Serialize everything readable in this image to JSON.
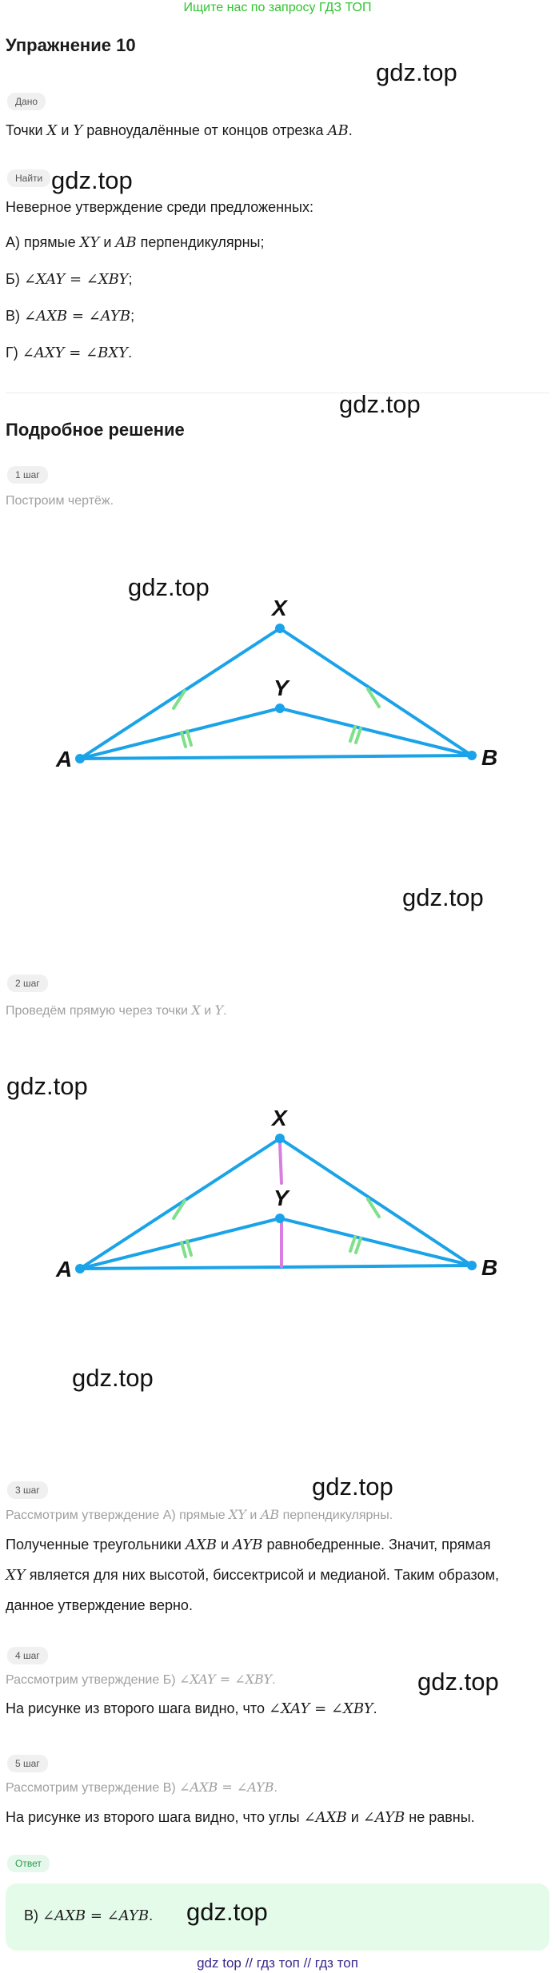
{
  "banner": "Ищите нас по запросу ГДЗ ТОП",
  "title": "Упражнение 10",
  "watermark": "gdz.top",
  "given": {
    "label": "Дано",
    "text_pre": "Точки ",
    "p1": "X",
    "and": " и ",
    "p2": "Y",
    "text_mid": " равноудалённые от концов отрезка ",
    "seg": "AB",
    "text_end": "."
  },
  "find": {
    "label": "Найти",
    "text": "Неверное утверждение среди предложенных:",
    "options": {
      "a_pre": "А) прямые ",
      "a_m1": "XY",
      "a_and": " и ",
      "a_m2": "AB",
      "a_post": " перпендикулярны;",
      "b_pre": "Б) ",
      "b_m": "∠XAY = ∠XBY",
      "b_post": ";",
      "v_pre": "В) ",
      "v_m": "∠AXB = ∠AYB",
      "v_post": ";",
      "g_pre": "Г) ",
      "g_m": "∠AXY = ∠BXY",
      "g_post": "."
    }
  },
  "solution_title": "Подробное решение",
  "steps": {
    "s1": {
      "label": "1 шаг",
      "text": "Построим чертёж."
    },
    "s2": {
      "label": "2 шаг",
      "pre": "Проведём прямую через точки ",
      "m1": "X",
      "and": " и ",
      "m2": "Y",
      "post": "."
    },
    "s3": {
      "label": "3 шаг",
      "pre": "Рассмотрим утверждение А) прямые ",
      "m1": "XY",
      "and": " и ",
      "m2": "AB",
      "post": " перпендикулярны.",
      "l1_pre": "Полученные треугольники ",
      "l1_m1": "AXB",
      "l1_and": " и ",
      "l1_m2": "AYB",
      "l1_post": " равнобедренные. Значит, прямая",
      "l2_m": "XY",
      "l2_post": " является для них высотой, биссектрисой и медианой. Таким образом,",
      "l3": "данное утверждение верно."
    },
    "s4": {
      "label": "4 шаг",
      "pre": "Рассмотрим утверждение Б) ",
      "m": "∠XAY = ∠XBY",
      "post": ".",
      "l1_pre": "На рисунке из второго шага видно, что ",
      "l1_m": "∠XAY = ∠XBY",
      "l1_post": "."
    },
    "s5": {
      "label": "5 шаг",
      "pre": "Рассмотрим утверждение В) ",
      "m": "∠AXB = ∠AYB",
      "post": ".",
      "l1_pre": "На рисунке из второго шага видно, что углы ",
      "l1_m1": "∠AXB",
      "l1_and": " и ",
      "l1_m2": "∠AYB",
      "l1_post": " не равны."
    }
  },
  "answer": {
    "label": "Ответ",
    "pre": "В) ",
    "m": "∠AXB = ∠AYB",
    "post": "."
  },
  "diagram_labels": {
    "A": "A",
    "B": "B",
    "X": "X",
    "Y": "Y"
  },
  "colors": {
    "line": "#1aa3e8",
    "tick": "#7fe08a",
    "xy_line": "#d77ee0"
  },
  "footer": "gdz top  //  гдз топ  //  гдз топ"
}
